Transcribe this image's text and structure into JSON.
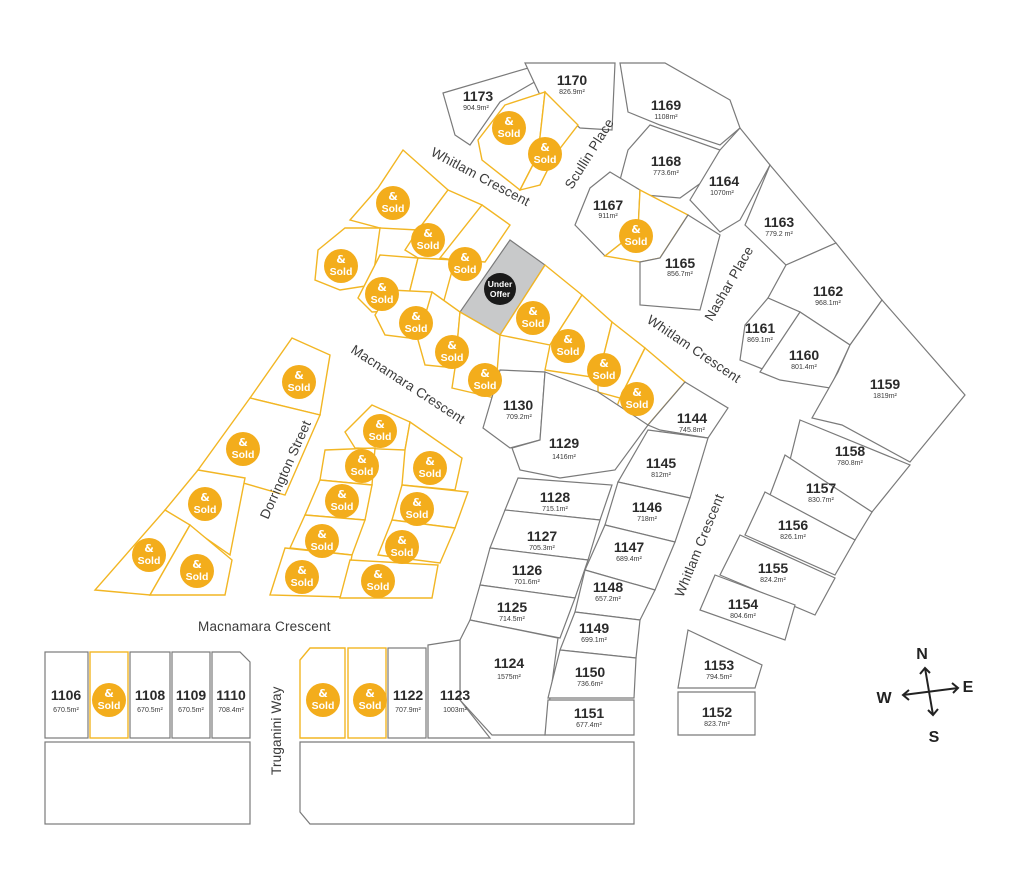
{
  "streets": {
    "whitlam_crescent": "Whitlam Crescent",
    "scullin_place": "Scullin Place",
    "nashar_place": "Nashar Place",
    "macnamara_crescent": "Macnamara Crescent",
    "dorrington_street": "Dorrington Street",
    "truganini_way": "Truganini Way"
  },
  "badge": {
    "amp": "&",
    "sold": "Sold",
    "under": "Under",
    "offer": "Offer"
  },
  "compass": {
    "n": "N",
    "s": "S",
    "e": "E",
    "w": "W"
  },
  "lots": {
    "l1173": {
      "num": "1173",
      "area": "904.9m²"
    },
    "l1170": {
      "num": "1170",
      "area": "826.9m²"
    },
    "l1169": {
      "num": "1169",
      "area": "1108m²"
    },
    "l1168": {
      "num": "1168",
      "area": "773.6m²"
    },
    "l1164": {
      "num": "1164",
      "area": "1070m²"
    },
    "l1167": {
      "num": "1167",
      "area": "911m²"
    },
    "l1165": {
      "num": "1165",
      "area": "856.7m²"
    },
    "l1163": {
      "num": "1163",
      "area": "779.2 m²"
    },
    "l1162": {
      "num": "1162",
      "area": "968.1m²"
    },
    "l1161": {
      "num": "1161",
      "area": "869.1m²"
    },
    "l1160": {
      "num": "1160",
      "area": "801.4m²"
    },
    "l1159": {
      "num": "1159",
      "area": "1819m²"
    },
    "l1158": {
      "num": "1158",
      "area": "780.8m²"
    },
    "l1157": {
      "num": "1157",
      "area": "830.7m²"
    },
    "l1156": {
      "num": "1156",
      "area": "826.1m²"
    },
    "l1155": {
      "num": "1155",
      "area": "824.2m²"
    },
    "l1154": {
      "num": "1154",
      "area": "804.6m²"
    },
    "l1153": {
      "num": "1153",
      "area": "794.5m²"
    },
    "l1152": {
      "num": "1152",
      "area": "823.7m²"
    },
    "l1144": {
      "num": "1144",
      "area": "745.8m²"
    },
    "l1145": {
      "num": "1145",
      "area": "812m²"
    },
    "l1146": {
      "num": "1146",
      "area": "718m²"
    },
    "l1147": {
      "num": "1147",
      "area": "689.4m²"
    },
    "l1148": {
      "num": "1148",
      "area": "657.2m²"
    },
    "l1149": {
      "num": "1149",
      "area": "699.1m²"
    },
    "l1150": {
      "num": "1150",
      "area": "736.6m²"
    },
    "l1151": {
      "num": "1151",
      "area": "677.4m²"
    },
    "l1130": {
      "num": "1130",
      "area": "709.2m²"
    },
    "l1129": {
      "num": "1129",
      "area": "1416m²"
    },
    "l1128": {
      "num": "1128",
      "area": "715.1m²"
    },
    "l1127": {
      "num": "1127",
      "area": "705.3m²"
    },
    "l1126": {
      "num": "1126",
      "area": "701.6m²"
    },
    "l1125": {
      "num": "1125",
      "area": "714.5m²"
    },
    "l1124": {
      "num": "1124",
      "area": "1575m²"
    },
    "l1123": {
      "num": "1123",
      "area": "1003m²"
    },
    "l1122": {
      "num": "1122",
      "area": "707.9m²"
    },
    "l1110": {
      "num": "1110",
      "area": "708.4m²"
    },
    "l1109": {
      "num": "1109",
      "area": "670.5m²"
    },
    "l1108": {
      "num": "1108",
      "area": "670.5m²"
    },
    "l1106": {
      "num": "1106",
      "area": "670.5m²"
    }
  }
}
